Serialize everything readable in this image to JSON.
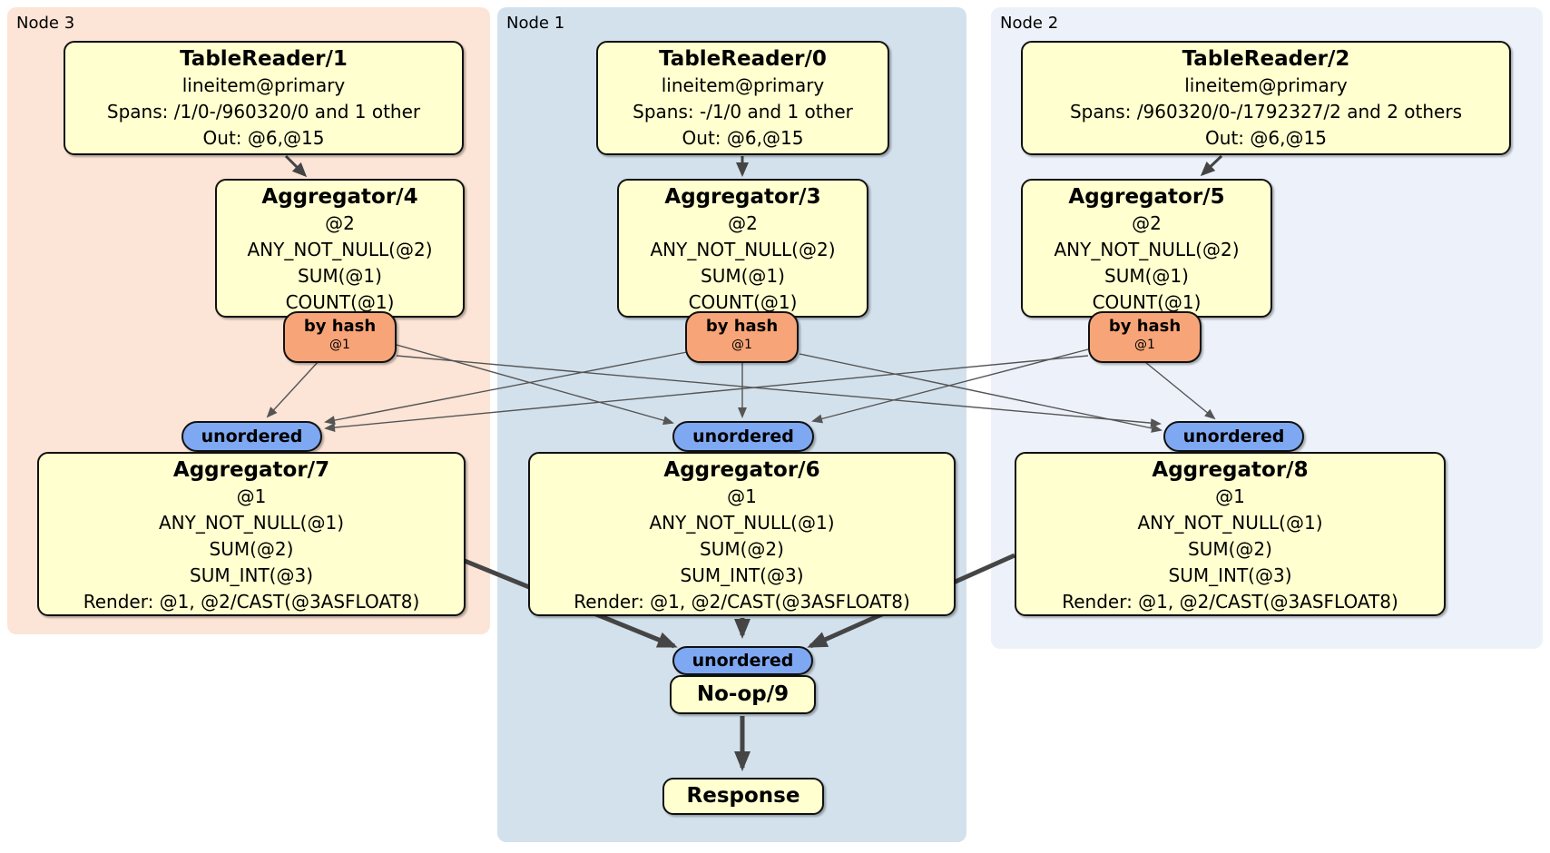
{
  "regions": [
    {
      "label": "Node 3"
    },
    {
      "label": "Node 1"
    },
    {
      "label": "Node 2"
    }
  ],
  "processors": [
    {
      "title": "TableReader/1",
      "lines": [
        "lineitem@primary",
        "Spans: /1/0-/960320/0 and 1 other",
        "Out: @6,@15"
      ]
    },
    {
      "title": "TableReader/0",
      "lines": [
        "lineitem@primary",
        "Spans: -/1/0 and 1 other",
        "Out: @6,@15"
      ]
    },
    {
      "title": "TableReader/2",
      "lines": [
        "lineitem@primary",
        "Spans: /960320/0-/1792327/2 and 2 others",
        "Out: @6,@15"
      ]
    },
    {
      "title": "Aggregator/4",
      "lines": [
        "@2",
        "ANY_NOT_NULL(@2)",
        "SUM(@1)",
        "COUNT(@1)"
      ]
    },
    {
      "title": "Aggregator/3",
      "lines": [
        "@2",
        "ANY_NOT_NULL(@2)",
        "SUM(@1)",
        "COUNT(@1)"
      ]
    },
    {
      "title": "Aggregator/5",
      "lines": [
        "@2",
        "ANY_NOT_NULL(@2)",
        "SUM(@1)",
        "COUNT(@1)"
      ]
    },
    {
      "title": "Aggregator/7",
      "lines": [
        "@1",
        "ANY_NOT_NULL(@1)",
        "SUM(@2)",
        "SUM_INT(@3)",
        "Render: @1, @2/CAST(@3ASFLOAT8)"
      ]
    },
    {
      "title": "Aggregator/6",
      "lines": [
        "@1",
        "ANY_NOT_NULL(@1)",
        "SUM(@2)",
        "SUM_INT(@3)",
        "Render: @1, @2/CAST(@3ASFLOAT8)"
      ]
    },
    {
      "title": "Aggregator/8",
      "lines": [
        "@1",
        "ANY_NOT_NULL(@1)",
        "SUM(@2)",
        "SUM_INT(@3)",
        "Render: @1, @2/CAST(@3ASFLOAT8)"
      ]
    },
    {
      "title": "No-op/9",
      "lines": []
    },
    {
      "title": "Response",
      "lines": []
    }
  ],
  "routers": [
    {
      "label": "by hash",
      "detail": "@1"
    },
    {
      "label": "by hash",
      "detail": "@1"
    },
    {
      "label": "by hash",
      "detail": "@1"
    }
  ],
  "syncs": [
    {
      "label": "unordered"
    },
    {
      "label": "unordered"
    },
    {
      "label": "unordered"
    },
    {
      "label": "unordered"
    }
  ],
  "colors": {
    "node3_bg": "#fce4d6",
    "node1_bg": "#d3e1ec",
    "node2_bg": "#edf2fa",
    "box_fill": "#ffffcf",
    "box_border": "#111111",
    "router_fill": "#f7a578",
    "sync_fill": "#7fa8f2",
    "edge_thin": "#555555",
    "edge_thick": "#454545"
  }
}
